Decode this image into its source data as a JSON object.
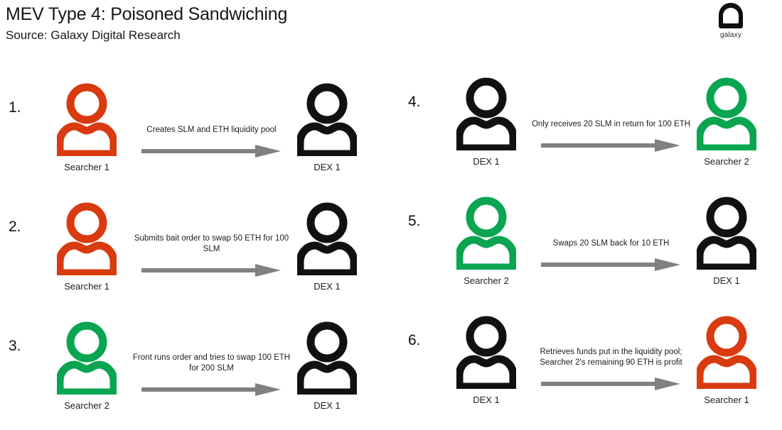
{
  "header": {
    "title": "MEV Type 4: Poisoned Sandwiching",
    "subtitle": "Source: Galaxy Digital Research"
  },
  "logo": {
    "wordmark": "galaxy",
    "mark_icon": "galaxy-arch-logo-icon"
  },
  "colors": {
    "orange": "#D93A0F",
    "green": "#09A551",
    "black": "#111111",
    "arrow_gray": "#808080",
    "background": "#FFFFFF",
    "text": "#1D1D1D"
  },
  "steps": [
    {
      "number": "1.",
      "from": {
        "label": "Searcher 1",
        "color": "#D93A0F",
        "icon": "person-icon"
      },
      "caption": "Creates SLM and ETH liquidity pool",
      "to": {
        "label": "DEX 1",
        "color": "#111111",
        "icon": "person-icon"
      }
    },
    {
      "number": "2.",
      "from": {
        "label": "Searcher 1",
        "color": "#D93A0F",
        "icon": "person-icon"
      },
      "caption": "Submits bait order to swap 50 ETH for 100 SLM",
      "to": {
        "label": "DEX 1",
        "color": "#111111",
        "icon": "person-icon"
      }
    },
    {
      "number": "3.",
      "from": {
        "label": "Searcher 2",
        "color": "#09A551",
        "icon": "person-icon"
      },
      "caption": "Front runs order and tries to swap 100 ETH for 200 SLM",
      "to": {
        "label": "DEX 1",
        "color": "#111111",
        "icon": "person-icon"
      }
    },
    {
      "number": "4.",
      "from": {
        "label": "DEX 1",
        "color": "#111111",
        "icon": "person-icon"
      },
      "caption": "Only receives 20 SLM in return for 100 ETH",
      "to": {
        "label": "Searcher 2",
        "color": "#09A551",
        "icon": "person-icon"
      }
    },
    {
      "number": "5.",
      "from": {
        "label": "Searcher 2",
        "color": "#09A551",
        "icon": "person-icon"
      },
      "caption": "Swaps 20 SLM back for 10 ETH",
      "to": {
        "label": "DEX 1",
        "color": "#111111",
        "icon": "person-icon"
      }
    },
    {
      "number": "6.",
      "from": {
        "label": "DEX 1",
        "color": "#111111",
        "icon": "person-icon"
      },
      "caption": "Retrieves funds put in the liquidity pool; Searcher 2's remaining 90 ETH is profit",
      "to": {
        "label": "Searcher 1",
        "color": "#D93A0F",
        "icon": "person-icon"
      }
    }
  ]
}
